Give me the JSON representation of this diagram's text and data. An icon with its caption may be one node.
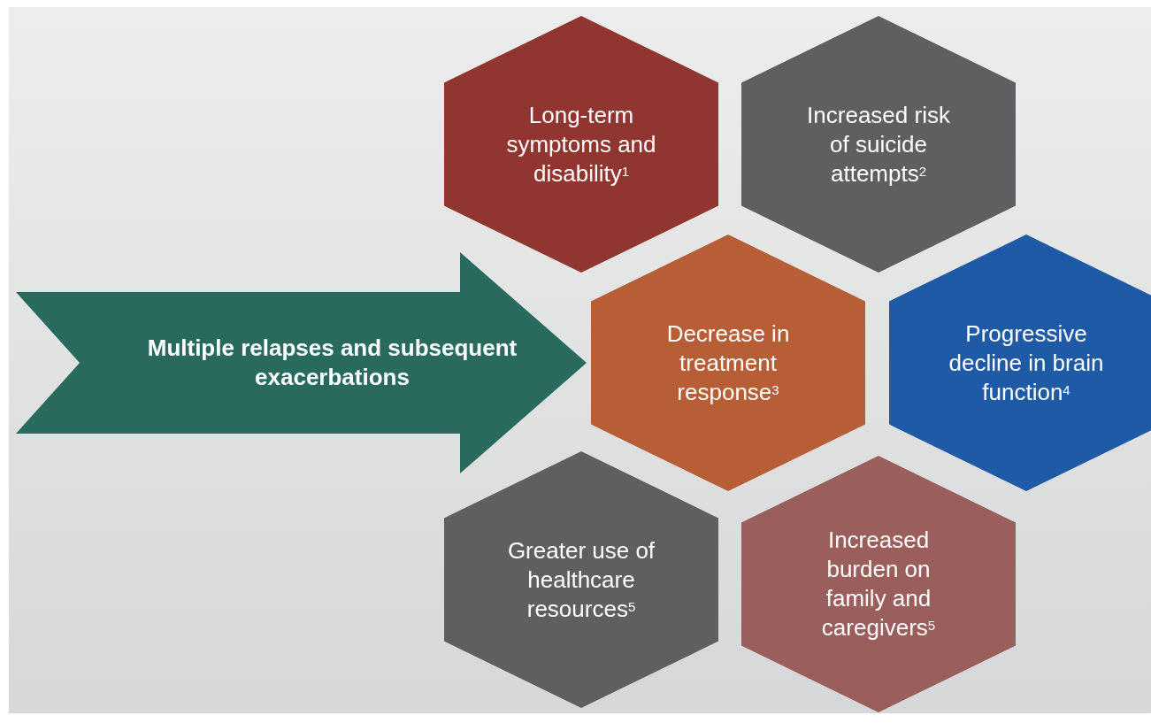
{
  "diagram": {
    "nodes": [
      {
        "text": [
          "Multiple relapses and subsequent exacerbations"
        ]
      },
      {
        "text": [
          "Long-term symptoms and disability$^{1}$"
        ]
      },
      {
        "text": [
          "Increased risk of suicide attempts$^{2}$"
        ]
      },
      {
        "text": [
          "Decrease in treatment response$^{3}$"
        ]
      },
      {
        "text": [
          "Progressive decline in brain function$^{4}$"
        ]
      },
      {
        "text": [
          "Greater use of healthcare resources$^{5}$"
        ]
      },
      {
        "text": [
          "Increased burden on family and caregivers$^{5}$"
        ]
      }
    ]
  }
}
